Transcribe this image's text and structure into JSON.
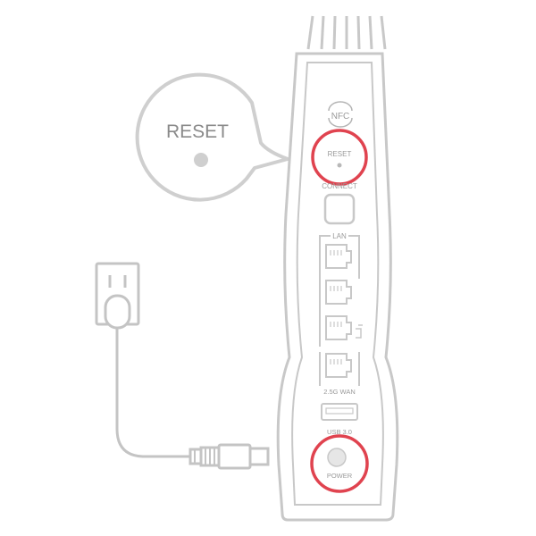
{
  "callout": {
    "label": "RESET"
  },
  "router": {
    "nfc_label": "NFC",
    "reset_label": "RESET",
    "connect_label": "CONNECT",
    "lan_label": "LAN",
    "wan_label": "2.5G WAN",
    "usb_label": "USB 3.0",
    "power_label": "POWER"
  },
  "colors": {
    "outline": "#c8c8c8",
    "highlight": "#e0434f",
    "dot": "#cfcfcf"
  }
}
